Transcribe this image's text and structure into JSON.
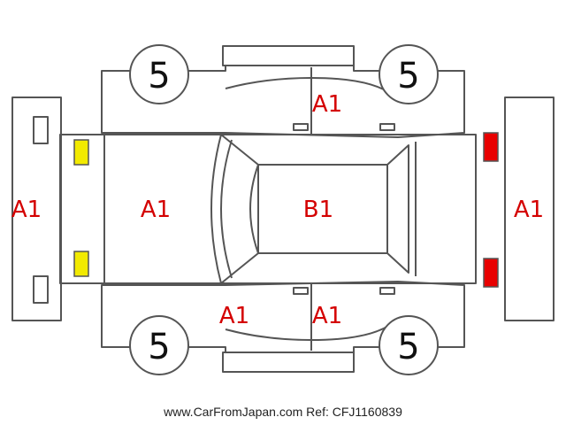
{
  "colors": {
    "outline": "#555555",
    "label": "#d40000",
    "yellow_marker": "#f2ea00",
    "red_marker": "#e80000"
  },
  "tires": {
    "front_left": "5",
    "front_right": "5",
    "rear_left": "5",
    "rear_right": "5"
  },
  "labels": {
    "front_bumper": "A1",
    "hood": "A1",
    "roof": "B1",
    "rear_bumper": "A1",
    "right_rear_door": "A1",
    "left_front_door": "A1",
    "left_rear_door": "A1"
  },
  "footer": {
    "source": "www.CarFromJapan.com Ref: CFJ1160839"
  }
}
